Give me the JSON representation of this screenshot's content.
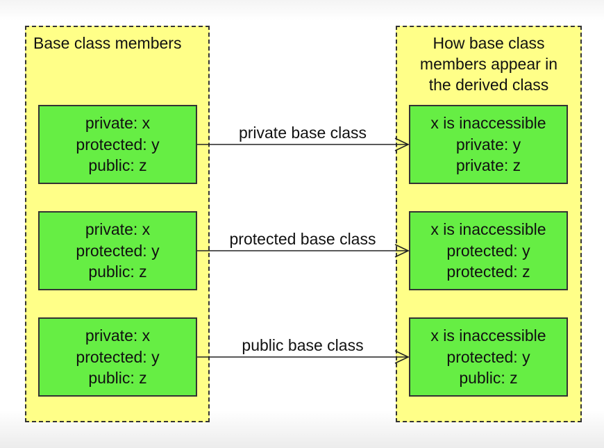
{
  "left_panel": {
    "title": "Base class members"
  },
  "right_panel": {
    "title": "How base class\nmembers appear in\nthe derived class"
  },
  "rows": [
    {
      "base": [
        "private: x",
        "protected: y",
        "public: z"
      ],
      "arrow_label": "private base class",
      "derived": [
        "x is inaccessible",
        "private: y",
        "private: z"
      ]
    },
    {
      "base": [
        "private: x",
        "protected: y",
        "public: z"
      ],
      "arrow_label": "protected base class",
      "derived": [
        "x is inaccessible",
        "protected: y",
        "protected: z"
      ]
    },
    {
      "base": [
        "private: x",
        "protected: y",
        "public: z"
      ],
      "arrow_label": "public base class",
      "derived": [
        "x is inaccessible",
        "protected: y",
        "public: z"
      ]
    }
  ],
  "colors": {
    "panel_fill": "#ffff88",
    "box_fill": "#66ee44",
    "border": "#333333"
  }
}
